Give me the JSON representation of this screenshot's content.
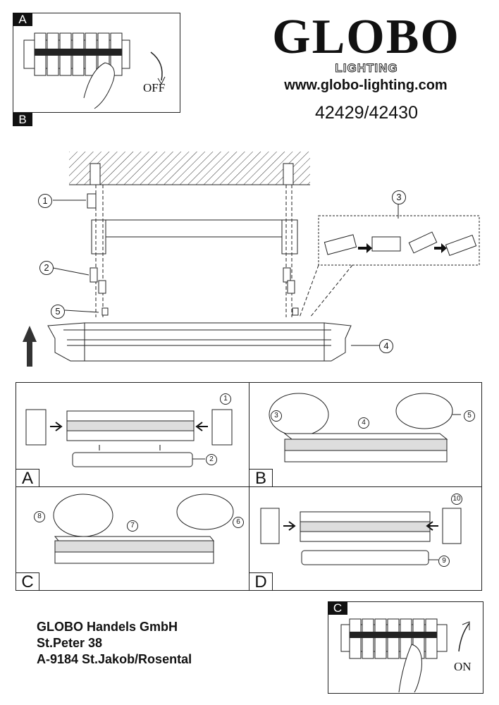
{
  "header": {
    "brand": "GLOBO",
    "brand_sub": "LIGHTING",
    "website": "www.globo-lighting.com",
    "model_numbers": "42429/42430"
  },
  "step_a_top": {
    "label": "A",
    "switch_state": "OFF"
  },
  "step_b_label": "B",
  "main_callouts": [
    "1",
    "2",
    "3",
    "4",
    "5"
  ],
  "panels": [
    {
      "label": "A",
      "callouts": [
        "1",
        "2"
      ]
    },
    {
      "label": "B",
      "callouts": [
        "3",
        "4",
        "5"
      ]
    },
    {
      "label": "C",
      "callouts": [
        "8",
        "7",
        "6"
      ]
    },
    {
      "label": "D",
      "callouts": [
        "10",
        "9"
      ]
    }
  ],
  "step_c_bottom": {
    "label": "C",
    "switch_state": "ON"
  },
  "address": {
    "company": "GLOBO Handels GmbH",
    "street": "St.Peter 38",
    "city": "A-9184 St.Jakob/Rosental"
  }
}
